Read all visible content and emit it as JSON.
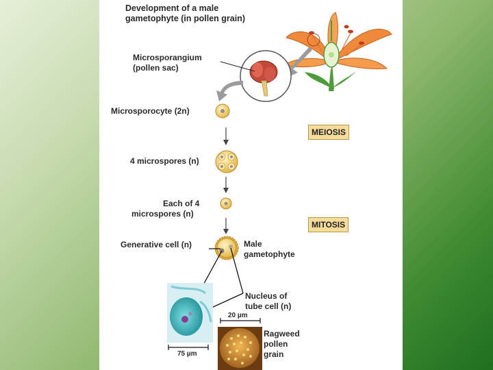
{
  "title": {
    "line1": "Development of a male",
    "line2": "gametophyte (in pollen grain)"
  },
  "labels": {
    "microsporangium_1": "Microsporangium",
    "microsporangium_2": "(pollen sac)",
    "microsporocyte": "Microsporocyte (2n)",
    "four_microspores": "4 microspores (n)",
    "each_of_4_1": "Each of 4",
    "each_of_4_2": "microspores (n)",
    "generative_cell": "Generative cell (n)",
    "male_1": "Male",
    "male_2": "gametophyte",
    "nucleus_1": "Nucleus of",
    "nucleus_2": "tube cell (n)",
    "scale_20": "20 µm",
    "scale_75": "75 µm",
    "ragweed_1": "Ragweed",
    "ragweed_2": "pollen",
    "ragweed_3": "grain"
  },
  "boxes": {
    "meiosis": "MEIOSIS",
    "mitosis": "MITOSIS"
  },
  "colors": {
    "box_fill": "#f6dc9a",
    "petal": "#f08a3a",
    "cell": "#f3d36b",
    "leaf": "#4f9a3a"
  }
}
